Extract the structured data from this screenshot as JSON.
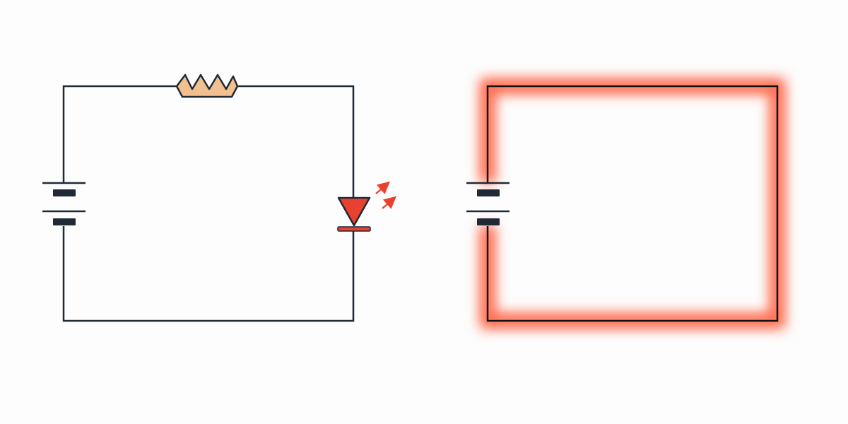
{
  "colors": {
    "background": "#fdfdfd",
    "wire": "#1f2a36",
    "resistor_fill": "#f2c08f",
    "led_fill": "#e8412f",
    "led_rays": "#e8412f",
    "glow": "#ff6a4d"
  },
  "circuits": [
    {
      "id": "circuit-with-resistor-and-led",
      "components": [
        "battery",
        "resistor",
        "led"
      ],
      "icons": [
        "battery-icon",
        "resistor-icon",
        "led-icon",
        "light-rays-icon"
      ]
    },
    {
      "id": "short-circuit-glowing-wire",
      "components": [
        "battery",
        "wire"
      ],
      "icons": [
        "battery-icon"
      ],
      "wire_state": "glowing-hot"
    }
  ]
}
